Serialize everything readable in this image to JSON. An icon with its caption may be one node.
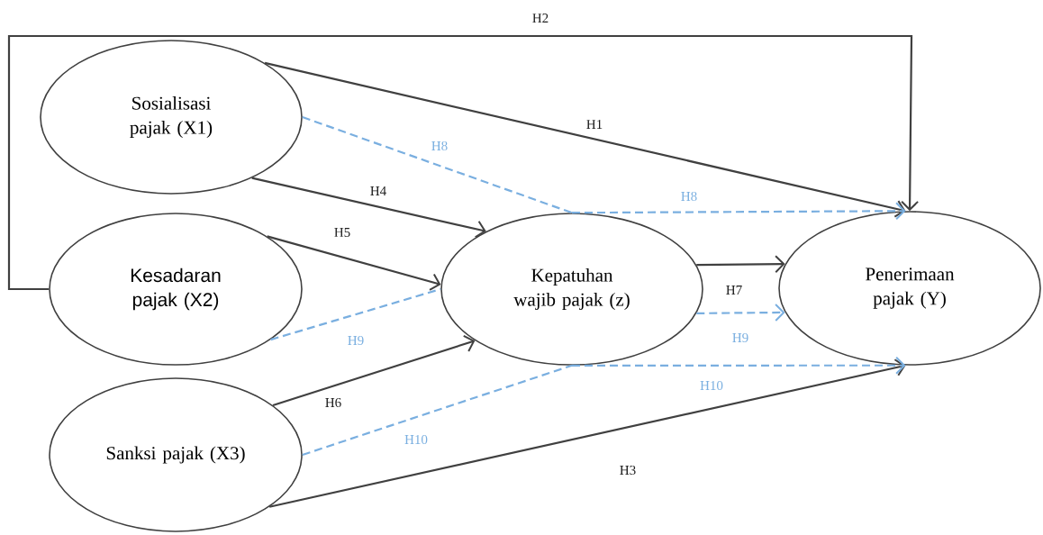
{
  "diagram": {
    "nodes": [
      {
        "text": [
          "Sosialisasi pajak (X1)"
        ]
      },
      {
        "text": [
          "Kesadaran pajak (X2)"
        ]
      },
      {
        "text": [
          "Sanksi pajak (X3)"
        ]
      },
      {
        "text": [
          "Kepatuhan wajib pajak (z)"
        ]
      },
      {
        "text": [
          "Penerimaan pajak (Y)"
        ]
      }
    ],
    "edges": [
      {
        "from": 0,
        "to": 4,
        "arrow": "to",
        "label": "H1"
      },
      {
        "from": 1,
        "to": 4,
        "arrow": "to",
        "label": "H2"
      },
      {
        "from": 2,
        "to": 4,
        "arrow": "to",
        "label": "H3"
      },
      {
        "from": 0,
        "to": 3,
        "arrow": "to",
        "label": "H4"
      },
      {
        "from": 1,
        "to": 3,
        "arrow": "to",
        "label": "H5"
      },
      {
        "from": 2,
        "to": 3,
        "arrow": "to",
        "label": "H6"
      },
      {
        "from": 3,
        "to": 4,
        "arrow": "to",
        "label": "H7"
      },
      {
        "from": 0,
        "to": 3,
        "arrow": "none",
        "label": "H8",
        "style": "dashed",
        "color": "#7aafe0"
      },
      {
        "from": 3,
        "to": 4,
        "arrow": "to",
        "label": "H8",
        "style": "dashed",
        "color": "#7aafe0"
      },
      {
        "from": 1,
        "to": 3,
        "arrow": "none",
        "label": "H9",
        "style": "dashed",
        "color": "#7aafe0"
      },
      {
        "from": 3,
        "to": 4,
        "arrow": "to",
        "label": "H9",
        "style": "dashed",
        "color": "#7aafe0"
      },
      {
        "from": 2,
        "to": 3,
        "arrow": "none",
        "label": "H10",
        "style": "dashed",
        "color": "#7aafe0"
      },
      {
        "from": 3,
        "to": 4,
        "arrow": "to",
        "label": "H10",
        "style": "dashed",
        "color": "#7aafe0"
      }
    ]
  }
}
